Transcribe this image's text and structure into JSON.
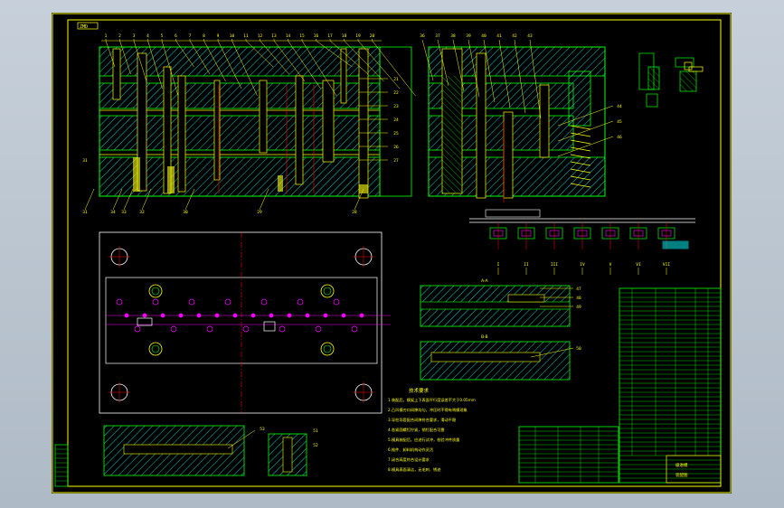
{
  "colors": {
    "viewport_bg": "#b9c4cf",
    "sheet_bg": "#000000",
    "frame": "#ffff00",
    "outline": "#00ff00",
    "text": "#ffff00",
    "hatch": "#00ffff",
    "centerline": "#ff0000",
    "accent": "#ff00ff",
    "white": "#ffffff"
  },
  "title_tag": "ZMD",
  "part_numbers_top_left": [
    "1",
    "2",
    "3",
    "4",
    "5",
    "6",
    "7",
    "8",
    "9",
    "10",
    "11",
    "12",
    "13",
    "14",
    "15",
    "16",
    "17",
    "18",
    "19",
    "20"
  ],
  "part_numbers_top_right": [
    "36",
    "37",
    "38",
    "39",
    "40",
    "41",
    "42",
    "43"
  ],
  "part_numbers_right_side": [
    "21",
    "22",
    "23",
    "24",
    "25",
    "26",
    "27",
    "44",
    "45",
    "46"
  ],
  "part_numbers_bottom_left": [
    "31",
    "34",
    "33",
    "32",
    "30",
    "29",
    "28"
  ],
  "part_numbers_section": [
    "47",
    "48",
    "49",
    "50"
  ],
  "part_numbers_small": [
    "53",
    "51",
    "52"
  ],
  "section_label_aa": "A-A",
  "section_label_bb": "B-B",
  "tech_title": "技术要求",
  "tech_lines": [
    "1.装配后，模架上下表面平行度误差不大于0.05mm",
    "2.凸凹模刃口间隙均匀，冲压时不得有啃模现象",
    "3.导柱导套配合间隙符合要求，滑动平稳",
    "4.各紧固螺钉拧紧，销钉配合可靠",
    "5.模具装配后，应进行试冲，检验冲件质量",
    "6.推件、卸料机构动作灵活",
    "7.闭合高度符合设计要求",
    "8.模具表面清洁，无毛刺、锈迹"
  ],
  "strip_station_labels": [
    "I",
    "II",
    "III",
    "IV",
    "V",
    "VI",
    "VII"
  ],
  "title_block": {
    "line1": "级进模",
    "line2": "装配图"
  }
}
